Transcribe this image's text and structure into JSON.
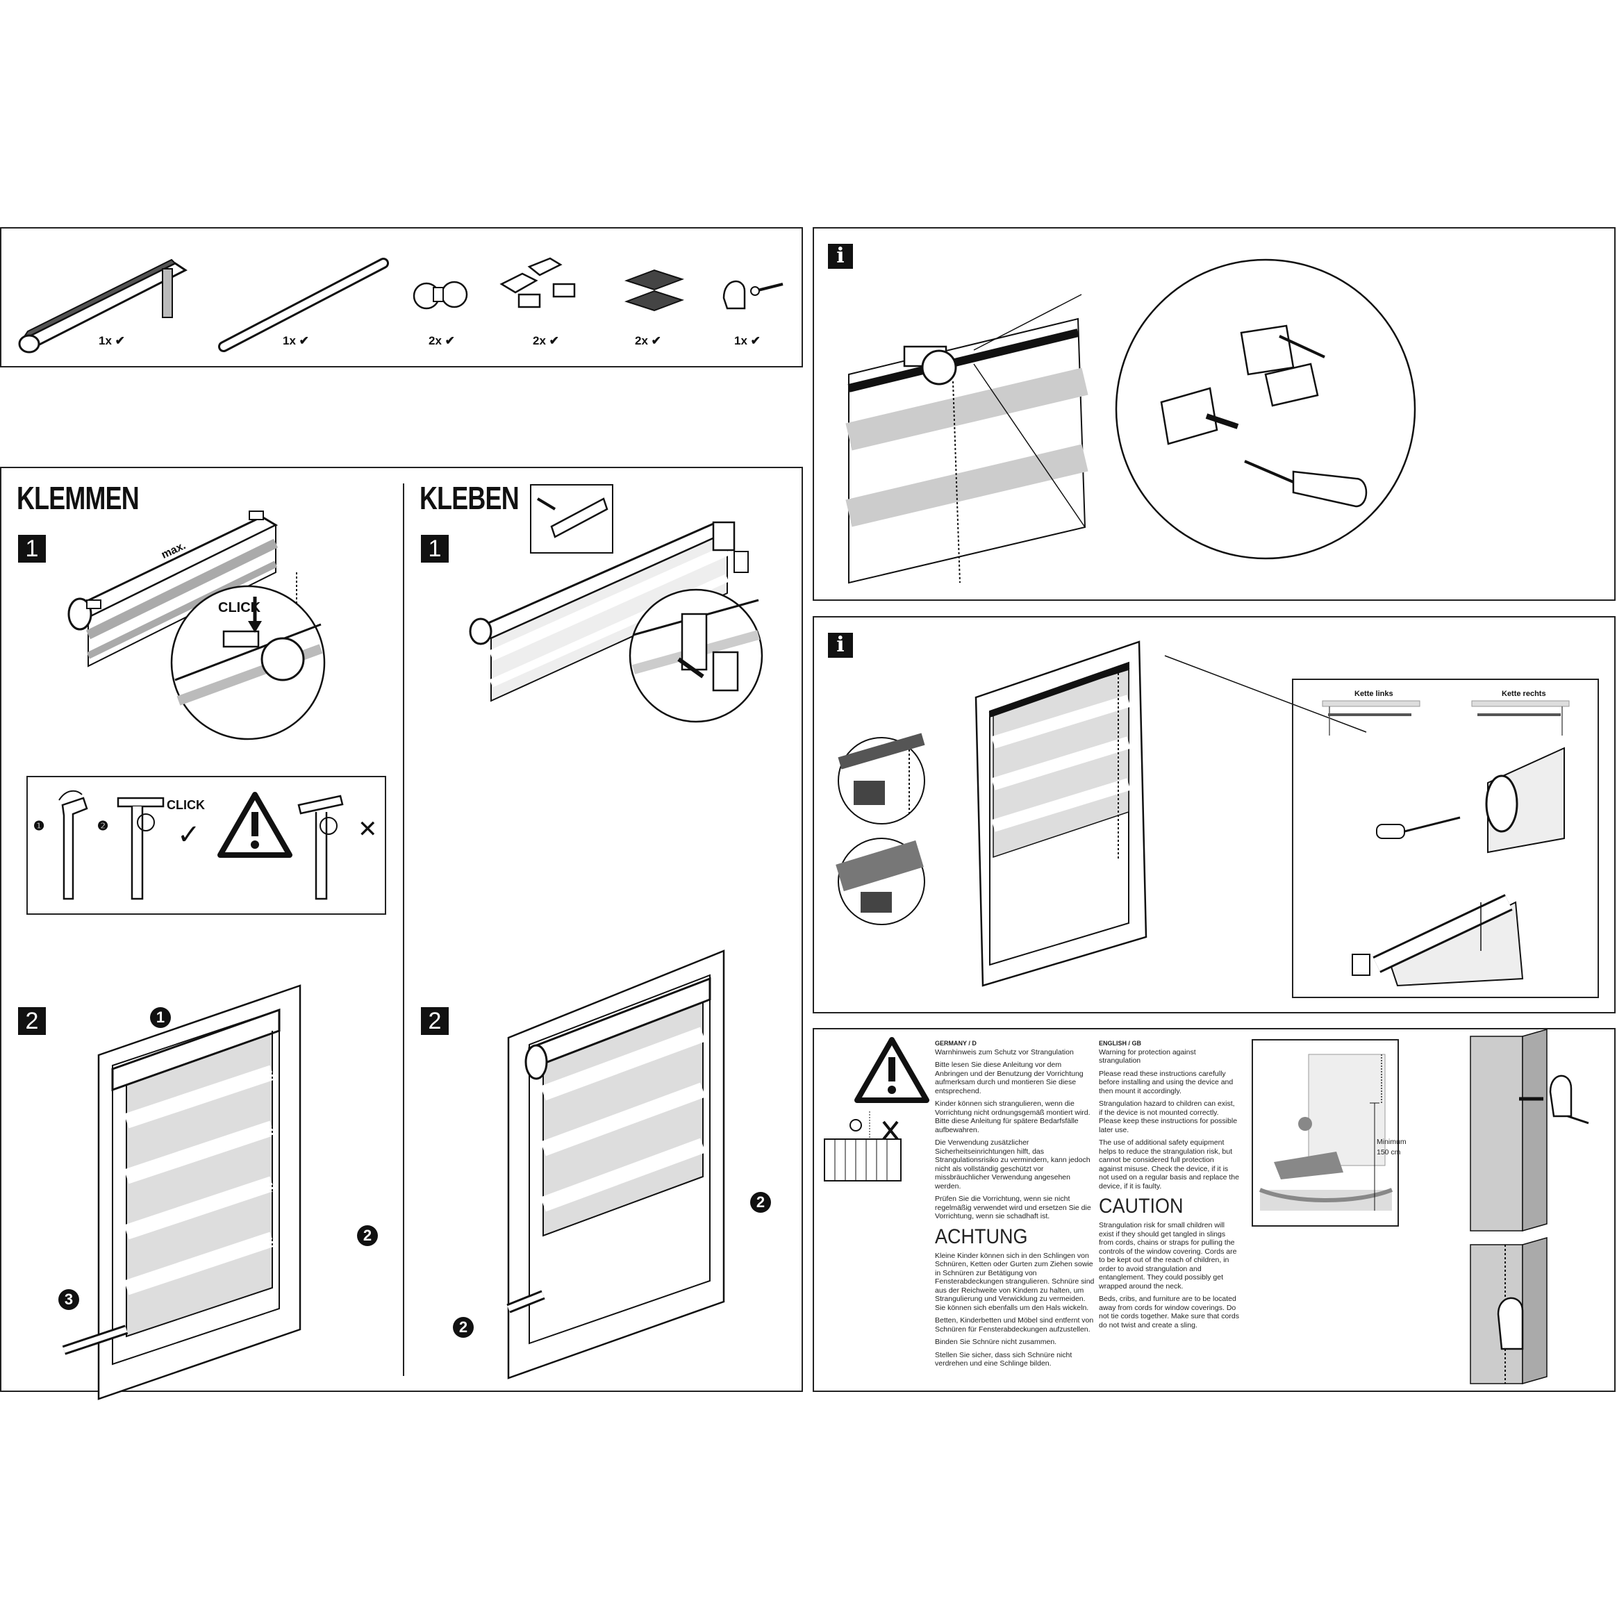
{
  "parts": {
    "quantities": [
      "1x",
      "1x",
      "2x",
      "2x",
      "2x",
      "1x"
    ],
    "check": "✔"
  },
  "klemmen": {
    "title": "KLEMMEN",
    "step1": "1",
    "step2": "2",
    "max_label": "max.",
    "click_label": "CLICK",
    "detail": {
      "n1": "❶",
      "n2": "❷",
      "click": "CLICK",
      "ok": "✓",
      "wrong": "✕"
    },
    "callouts": {
      "c1": "1",
      "c2": "2",
      "c3": "3"
    }
  },
  "kleben": {
    "title": "KLEBEN",
    "step1": "1",
    "step2": "2",
    "callouts": {
      "c2a": "2",
      "c2b": "2"
    }
  },
  "info1": {
    "icon": "i"
  },
  "info2": {
    "icon": "i",
    "chain_left": "Kette links",
    "chain_right": "Kette rechts"
  },
  "safety": {
    "de": {
      "country": "GERMANY / D",
      "subtitle": "Warnhinweis zum Schutz vor Strangulation",
      "p1": "Bitte lesen Sie diese Anleitung vor dem Anbringen und der Benutzung der Vorrichtung aufmerksam durch und montieren Sie diese entsprechend.",
      "p2": "Kinder können sich strangulieren, wenn die Vorrichtung nicht ordnungsgemäß montiert wird. Bitte diese Anleitung für spätere Bedarfsfälle aufbewahren.",
      "p3": "Die Verwendung zusätzlicher Sicherheitseinrichtungen hilft, das Strangulationsrisiko zu vermindern, kann jedoch nicht als vollständig geschützt vor missbräuchlicher Verwendung angesehen werden.",
      "p4": "Prüfen Sie die Vorrichtung, wenn sie nicht regelmäßig verwendet wird und ersetzen Sie die Vorrichtung, wenn sie schadhaft ist.",
      "heading": "ACHTUNG",
      "p5": "Kleine Kinder können sich in den Schlingen von Schnüren, Ketten oder Gurten zum Ziehen sowie in Schnüren zur Betätigung von Fensterabdeckungen strangulieren. Schnüre sind aus der Reichweite von Kindern zu halten, um Strangulierung und Verwicklung zu vermeiden. Sie können sich ebenfalls um den Hals wickeln.",
      "p6": "Betten, Kinderbetten und Möbel sind entfernt von Schnüren für Fensterabdeckungen aufzustellen.",
      "p7": "Binden Sie Schnüre nicht zusammen.",
      "p8": "Stellen Sie sicher, dass sich Schnüre nicht verdrehen und eine Schlinge bilden."
    },
    "en": {
      "country": "ENGLISH / GB",
      "subtitle": "Warning for protection against strangulation",
      "p1": "Please read these instructions carefully before installing and using the device and then mount it accordingly.",
      "p2": "Strangulation hazard to children can exist, if the device is not mounted correctly. Please keep these instructions for possible later use.",
      "p3": "The use of additional safety equipment helps to reduce the strangulation risk, but cannot be considered full protection against misuse. Check the device, if it is not used on a regular basis and replace the device, if it is faulty.",
      "heading": "CAUTION",
      "p4": "Strangulation risk for small children will exist if they should get tangled in slings from cords, chains or straps for pulling the controls of the window covering. Cords are to be kept out of the reach of children, in order to avoid strangulation and entanglement. They could possibly get wrapped around the neck.",
      "p5": "Beds, cribs, and furniture are to be located away from cords for window coverings. Do not tie cords together. Make sure that cords do not twist and create a sling."
    },
    "minimum_label": "Minimum",
    "minimum_value": "150 cm"
  }
}
